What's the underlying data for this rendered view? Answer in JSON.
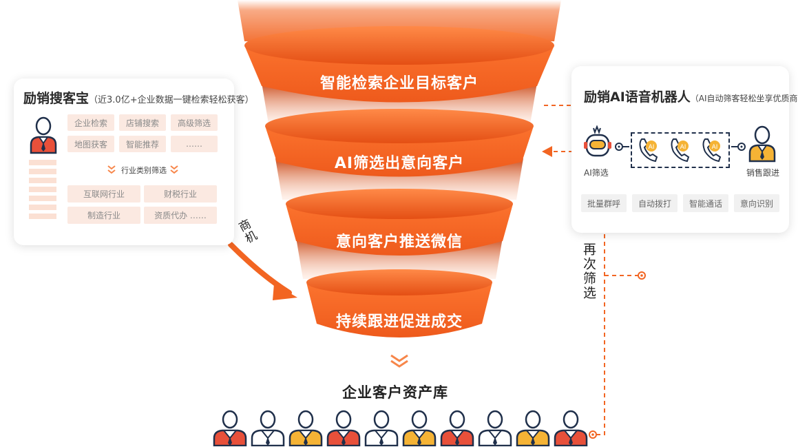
{
  "funnel": {
    "stages": [
      {
        "label": "智能检索企业目标客户"
      },
      {
        "label": "AI筛选出意向客户"
      },
      {
        "label": "意向客户推送微信"
      },
      {
        "label": "持续跟进促进成交"
      }
    ]
  },
  "left_card": {
    "title": "励销搜客宝",
    "subtitle": "（近3.0亿+企业数据一键检索轻松获客）",
    "tags_row1": [
      "企业检索",
      "店铺搜索",
      "高级筛选"
    ],
    "tags_row2": [
      "地图获客",
      "智能推荐",
      "……"
    ],
    "filter_label": "行业类别筛选",
    "industry_tags": [
      "互联网行业",
      "财税行业",
      "制造行业",
      "资质代办 ……"
    ]
  },
  "right_card": {
    "title": "励销AI语音机器人",
    "subtitle": "（AI自动筛客轻松坐享优质商机）",
    "robot_label": "AI筛选",
    "sales_label": "销售跟进",
    "ai_badge": "AI",
    "features": [
      "批量群呼",
      "自动拨打",
      "智能通话",
      "意向识别"
    ]
  },
  "arrow_text": "商机",
  "refilter_text": "再次筛选",
  "asset_library": {
    "title": "企业客户资产库",
    "people_variants": [
      "red",
      "white",
      "yellow",
      "red",
      "white",
      "yellow",
      "red",
      "white",
      "yellow",
      "red"
    ]
  },
  "colors": {
    "orange": "#f26522",
    "orange_light": "#f7864a",
    "orange_dark": "#d94a10",
    "red_shirt": "#e8503a",
    "yellow_shirt": "#f5b335",
    "navy": "#1f2f4a"
  }
}
